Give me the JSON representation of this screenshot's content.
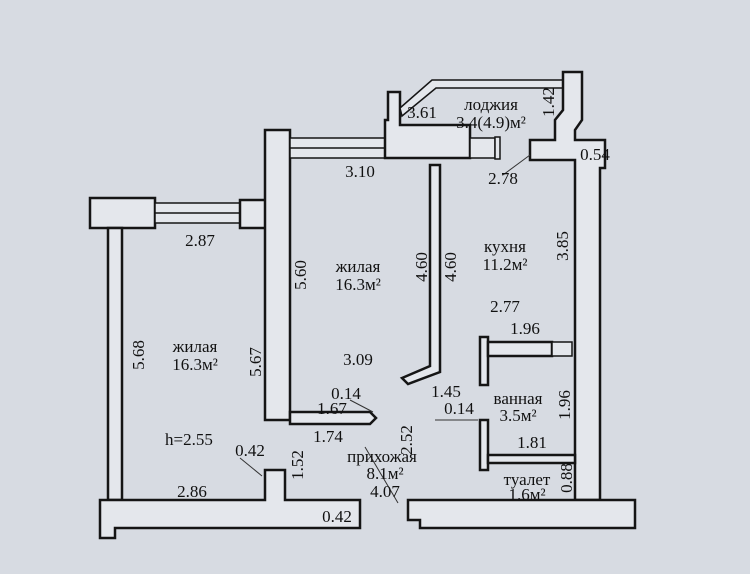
{
  "rooms": {
    "living1": {
      "name": "жилая",
      "area": "16.3м²"
    },
    "living2": {
      "name": "жилая",
      "area": "16.3м²"
    },
    "kitchen": {
      "name": "кухня",
      "area": "11.2м²"
    },
    "loggia": {
      "name": "лоджия",
      "area": "3.4(4.9)м²"
    },
    "bathroom": {
      "name": "ванная",
      "area": "3.5м²"
    },
    "toilet": {
      "name": "туалет",
      "area": "1.6м²"
    },
    "hall": {
      "name": "прихожая",
      "area": "8.1м²"
    }
  },
  "ceiling_height": "h=2.55",
  "dimensions": {
    "d287": "2.87",
    "d568": "5.68",
    "d567": "5.67",
    "d286": "2.86",
    "d042a": "0.42",
    "d042b": "0.42",
    "d152": "1.52",
    "d310": "3.10",
    "d560": "5.60",
    "d460a": "4.60",
    "d460b": "4.60",
    "d309": "3.09",
    "d014a": "0.14",
    "d167": "1.67",
    "d174": "1.74",
    "d361": "3.61",
    "d142": "1.42",
    "d054": "0.54",
    "d278": "2.78",
    "d385": "3.85",
    "d277": "2.77",
    "d196a": "1.96",
    "d196b": "1.96",
    "d145": "1.45",
    "d014b": "0.14",
    "d252": "2.52",
    "d181": "1.81",
    "d088": "0.88",
    "d407": "4.07"
  }
}
